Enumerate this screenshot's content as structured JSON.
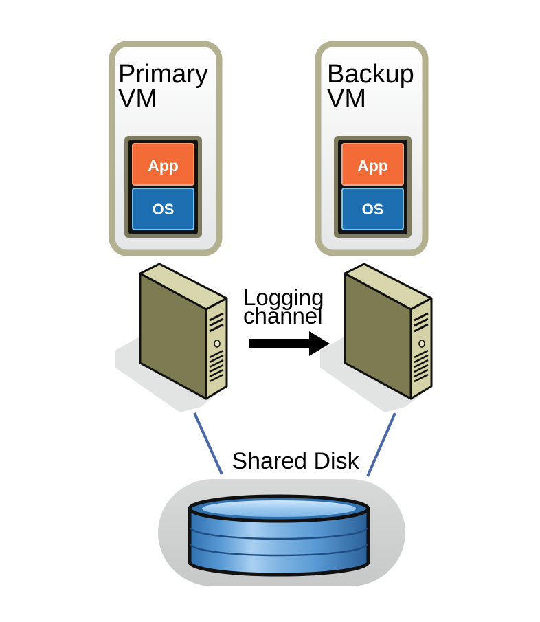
{
  "vms": {
    "primary": {
      "title_line1": "Primary",
      "title_line2": "VM",
      "app_label": "App",
      "os_label": "OS"
    },
    "backup": {
      "title_line1": "Backup",
      "title_line2": "VM",
      "app_label": "App",
      "os_label": "OS"
    }
  },
  "logging": {
    "line1": "Logging",
    "line2": "channel"
  },
  "disk": {
    "label": "Shared Disk"
  },
  "icons": {
    "primary_server": "server-tower-icon",
    "backup_server": "server-tower-icon",
    "arrow": "right-arrow-icon",
    "disk": "disk-storage-icon"
  },
  "colors": {
    "vm_border": "#b3b08f",
    "app_orange": "#f26a36",
    "os_blue": "#1d6fb2",
    "server_body": "#7d7b52",
    "server_face": "#d4d2a6",
    "connector_blue": "#4a68a8",
    "disk_blue": "#5b9bd5"
  }
}
